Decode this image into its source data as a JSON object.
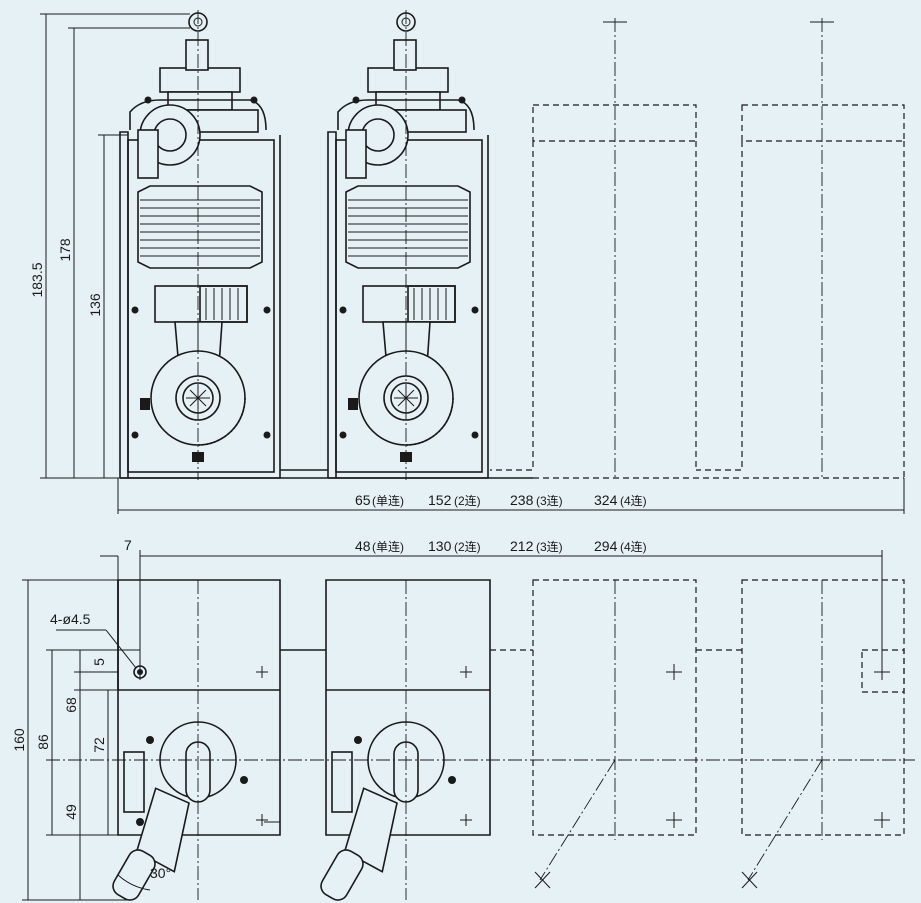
{
  "top_view": {
    "dims": {
      "overall_height": "183.5",
      "height_178": "178",
      "height_136": "136",
      "width_label_65": "65",
      "width_label_65_unit": "(单连)",
      "width_label_152": "152",
      "width_label_152_unit": "(2连)",
      "width_label_238": "238",
      "width_label_238_unit": "(3连)",
      "width_label_324": "324",
      "width_label_324_unit": "(4连)"
    }
  },
  "bottom_view": {
    "dims": {
      "offset_7": "7",
      "width_label_48": "48",
      "width_label_48_unit": "(单连)",
      "width_label_130": "130",
      "width_label_130_unit": "(2连)",
      "width_label_212": "212",
      "width_label_212_unit": "(3连)",
      "width_label_294": "294",
      "width_label_294_unit": "(4连)",
      "hole": "4-ø4.5",
      "depth_160": "160",
      "depth_86": "86",
      "depth_68": "68",
      "depth_5": "5",
      "depth_72": "72",
      "depth_49": "49",
      "angle_30": "30°"
    }
  }
}
